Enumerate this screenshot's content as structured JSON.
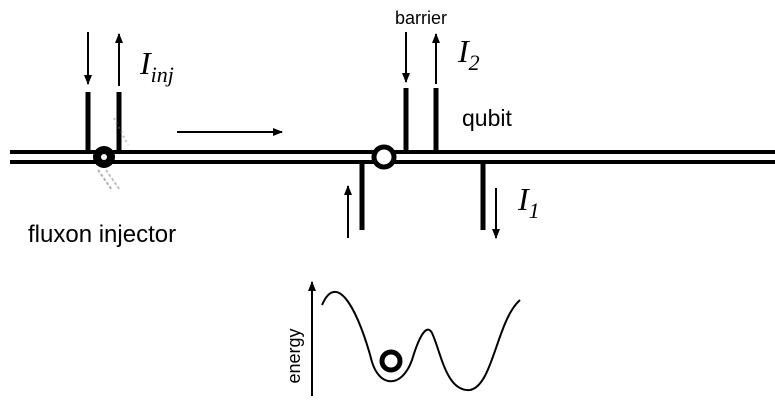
{
  "labels": {
    "fluxon_injector": "fluxon injector",
    "barrier": "barrier",
    "qubit": "qubit",
    "energy": "energy"
  },
  "currents": {
    "injection": {
      "symbol": "I",
      "subscript": "inj"
    },
    "barrier_current": {
      "symbol": "I",
      "subscript": "2"
    },
    "qubit_current": {
      "symbol": "I",
      "subscript": "1"
    }
  }
}
